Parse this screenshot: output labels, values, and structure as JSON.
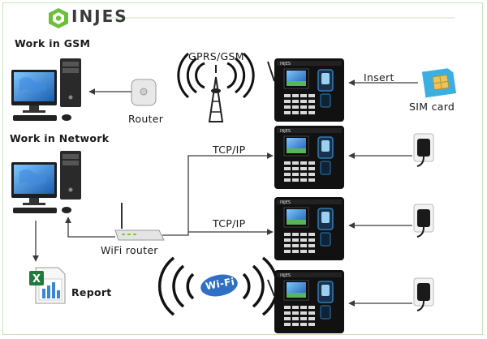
{
  "brand": {
    "name": "INJES",
    "accent": "#6cbf3a"
  },
  "labels": {
    "gsm_section": "Work in GSM",
    "network_section": "Work in Network",
    "router": "Router",
    "gprs": "GPRS/GSM",
    "insert": "Insert",
    "sim_card": "SIM card",
    "tcpip_1": "TCP/IP",
    "tcpip_2": "TCP/IP",
    "wifi_router": "WiFi router",
    "wifi_badge": "Wi-Fi",
    "report": "Report"
  },
  "colors": {
    "line": "#3a3a3a",
    "device_body": "#111111",
    "screen": "#3aa0e0",
    "sensor": "#2c7fb8",
    "wifi_badge": "#2f6fc4",
    "frame": "#c8e2b8"
  },
  "icons": [
    "computer-icon",
    "router-icon",
    "antenna-tower-icon",
    "sim-card-icon",
    "power-adapter-icon",
    "wifi-router-icon",
    "excel-report-icon",
    "time-attendance-terminal-icon"
  ]
}
